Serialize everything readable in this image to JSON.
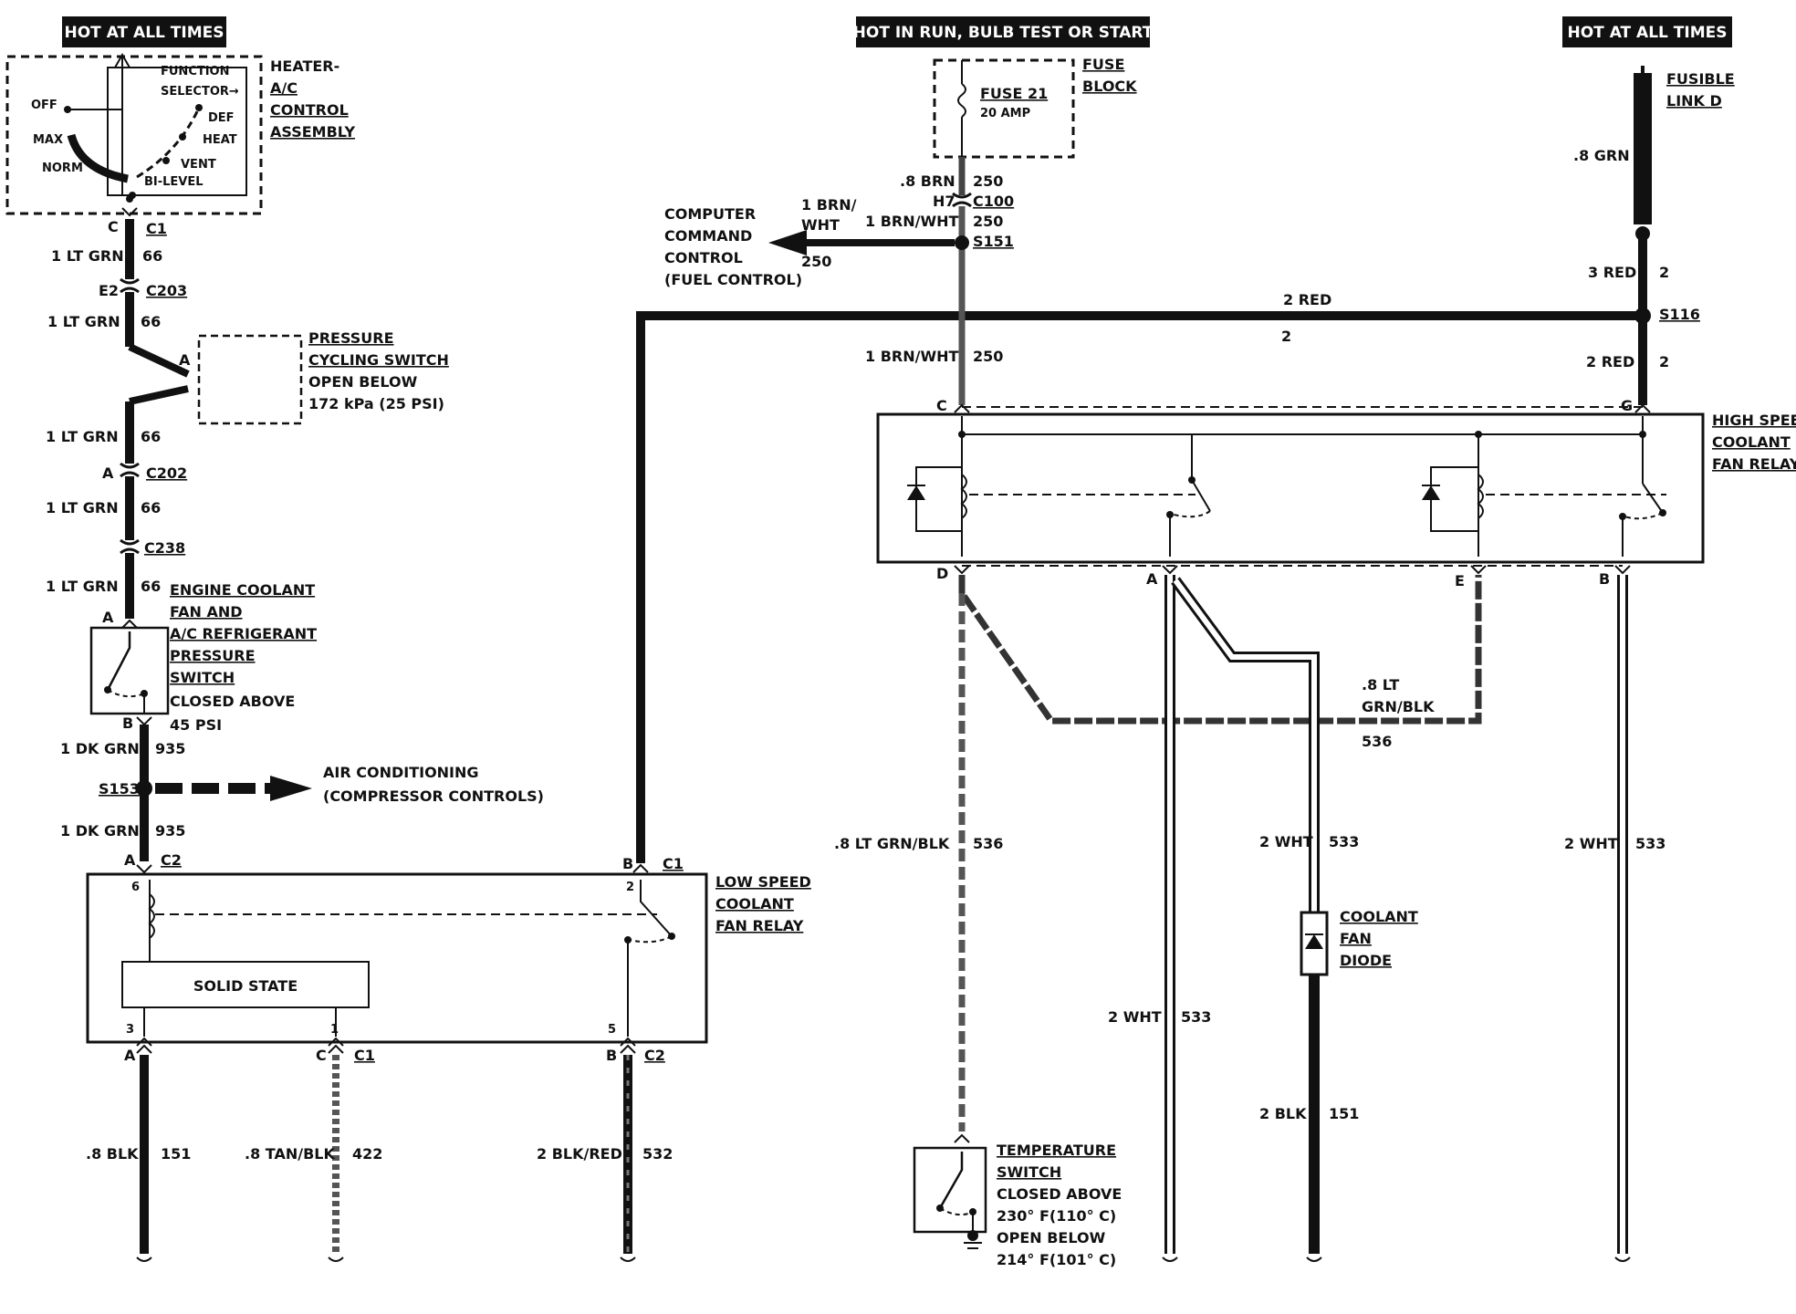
{
  "banners": {
    "left": "HOT AT ALL TIMES",
    "middle": "HOT IN RUN, BULB TEST OR START",
    "right": "HOT AT ALL TIMES"
  },
  "heater_control": {
    "title": [
      "HEATER-",
      "A/C",
      "CONTROL",
      "ASSEMBLY"
    ],
    "selector": [
      "FUNCTION",
      "SELECTOR→"
    ],
    "positions": {
      "off": "OFF",
      "max": "MAX",
      "norm": "NORM",
      "bilevel": "BI-LEVEL",
      "vent": "VENT",
      "heat": "HEAT",
      "def": "DEF"
    },
    "pin": "C",
    "connector": "C1"
  },
  "left_circuit": {
    "wire_66_a": "1 LT GRN",
    "circuit_66": "66",
    "c203_pin": "E2",
    "c203": "C203",
    "wire_66_b": "1 LT GRN",
    "pcs_pin": "A",
    "pcs": [
      "PRESSURE",
      "CYCLING SWITCH",
      "OPEN BELOW",
      "172 kPa (25 PSI)"
    ],
    "wire_66_c": "1 LT GRN",
    "c202_pin": "A",
    "c202": "C202",
    "wire_66_d": "1 LT GRN",
    "c238": "C238",
    "wire_66_e": "1 LT GRN",
    "ps_pin_a": "A",
    "ps_pin_b": "B",
    "ps": [
      "ENGINE COOLANT",
      "FAN AND",
      "A/C REFRIGERANT",
      "PRESSURE",
      "SWITCH",
      "CLOSED ABOVE",
      "45 PSI"
    ],
    "wire_935_a": "1 DK GRN",
    "circuit_935": "935",
    "s153": "S153",
    "ac_arrow": [
      "AIR CONDITIONING",
      "(COMPRESSOR CONTROLS)"
    ],
    "wire_935_b": "1 DK GRN",
    "c2_pin": "A",
    "c2": "C2"
  },
  "low_speed_relay": {
    "title": [
      "LOW SPEED",
      "COOLANT",
      "FAN RELAY"
    ],
    "solid_state": "SOLID STATE",
    "pins": {
      "p6": "6",
      "p2": "2",
      "p3": "3",
      "p1": "1",
      "p5": "5"
    },
    "top_right_pin": "B",
    "top_right_conn": "C1",
    "bottom": {
      "a_pin": "A",
      "c_pin": "C",
      "c_conn": "C1",
      "b_pin": "B",
      "b_conn": "C2"
    }
  },
  "bottom_wires": {
    "w151": ".8 BLK",
    "c151": "151",
    "w422": ".8 TAN/BLK",
    "c422": "422",
    "w532": "2 BLK/RED",
    "c532": "532"
  },
  "fuse_block": {
    "title": [
      "FUSE",
      "BLOCK"
    ],
    "fuse": "FUSE 21",
    "amp": "20 AMP"
  },
  "middle_circuit": {
    "wire_brn": ".8 BRN",
    "c250_a": "250",
    "h7": "H7",
    "c100": "C100",
    "wire_brnwht_a": "1 BRN/WHT",
    "c250_b": "250",
    "s151": "S151",
    "arrow_wire": [
      "1 BRN/",
      "WHT"
    ],
    "arrow_circuit": "250",
    "ccc": [
      "COMPUTER",
      "COMMAND",
      "CONTROL",
      "(FUEL CONTROL)"
    ],
    "wire_brnwht_b": "1 BRN/WHT",
    "c250_c": "250"
  },
  "red_bus": {
    "top": "2 RED",
    "bottom": "2",
    "s116": "S116"
  },
  "right_feed": {
    "fusible": [
      "FUSIBLE",
      "LINK D"
    ],
    "wire_grn": ".8 GRN",
    "wire_red_a": "3 RED",
    "c2_a": "2",
    "wire_red_b": "2 RED",
    "c2_b": "2"
  },
  "high_speed_relay": {
    "title": [
      "HIGH SPEED",
      "COOLANT",
      "FAN RELAY"
    ],
    "pins": {
      "c": "C",
      "g": "G",
      "d": "D",
      "a": "A",
      "e": "E",
      "b": "B"
    }
  },
  "lower_right": {
    "w536_a": ".8 LT",
    "w536_b": "GRN/BLK",
    "c536": "536",
    "w536_v": ".8 LT GRN/BLK",
    "c536_v": "536",
    "w533_a": "2 WHT",
    "c533_a": "533",
    "w533_b": "2 WHT",
    "c533_b": "533",
    "w533_c": "2 WHT",
    "c533_c": "533",
    "diode": [
      "COOLANT",
      "FAN",
      "DIODE"
    ],
    "w151": "2 BLK",
    "c151": "151",
    "temp_switch": [
      "TEMPERATURE",
      "SWITCH",
      "CLOSED ABOVE",
      "230° F(110° C)",
      "OPEN BELOW",
      "214° F(101° C)"
    ]
  }
}
